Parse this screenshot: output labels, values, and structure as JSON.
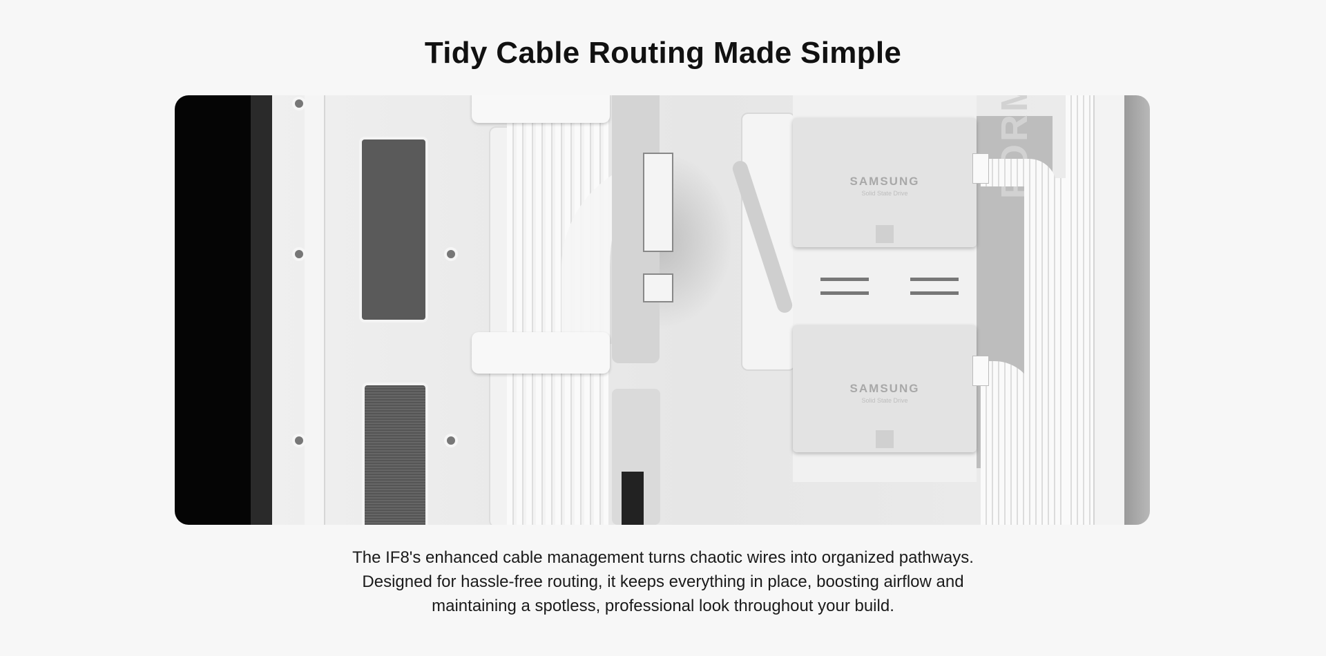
{
  "heading": "Tidy Cable Routing Made Simple",
  "photo": {
    "ssd_brand": "SAMSUNG",
    "ssd_subtitle": "Solid State Drive",
    "case_logo": "FORMD"
  },
  "description": {
    "lines": [
      "The IF8's enhanced cable management turns chaotic wires into organized pathways.",
      "Designed for hassle-free routing, it keeps everything in place, boosting airflow and",
      "maintaining a spotless, professional look throughout your build."
    ]
  }
}
